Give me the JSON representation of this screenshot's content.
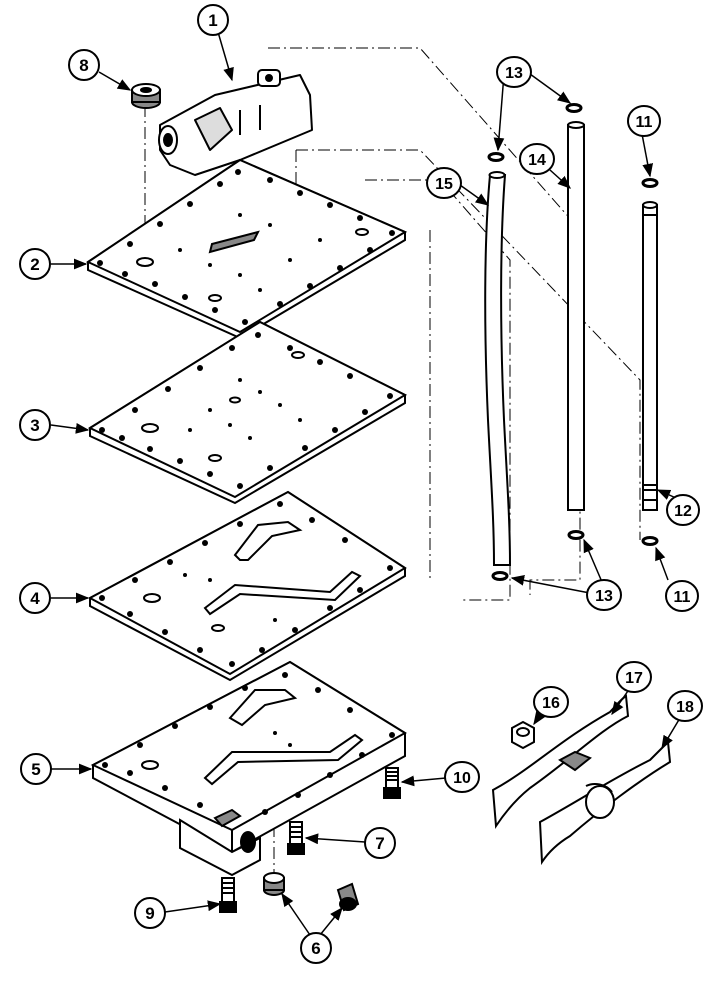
{
  "diagram": {
    "callouts": [
      {
        "id": "c1",
        "text": "1"
      },
      {
        "id": "c2",
        "text": "2"
      },
      {
        "id": "c3",
        "text": "3"
      },
      {
        "id": "c4",
        "text": "4"
      },
      {
        "id": "c5",
        "text": "5"
      },
      {
        "id": "c6",
        "text": "6"
      },
      {
        "id": "c7",
        "text": "7"
      },
      {
        "id": "c8",
        "text": "8"
      },
      {
        "id": "c9",
        "text": "9"
      },
      {
        "id": "c10",
        "text": "10"
      },
      {
        "id": "c11a",
        "text": "11"
      },
      {
        "id": "c11b",
        "text": "11"
      },
      {
        "id": "c12",
        "text": "12"
      },
      {
        "id": "c13a",
        "text": "13"
      },
      {
        "id": "c13b",
        "text": "13"
      },
      {
        "id": "c14",
        "text": "14"
      },
      {
        "id": "c15",
        "text": "15"
      },
      {
        "id": "c16",
        "text": "16"
      },
      {
        "id": "c17",
        "text": "17"
      },
      {
        "id": "c18",
        "text": "18"
      }
    ]
  }
}
